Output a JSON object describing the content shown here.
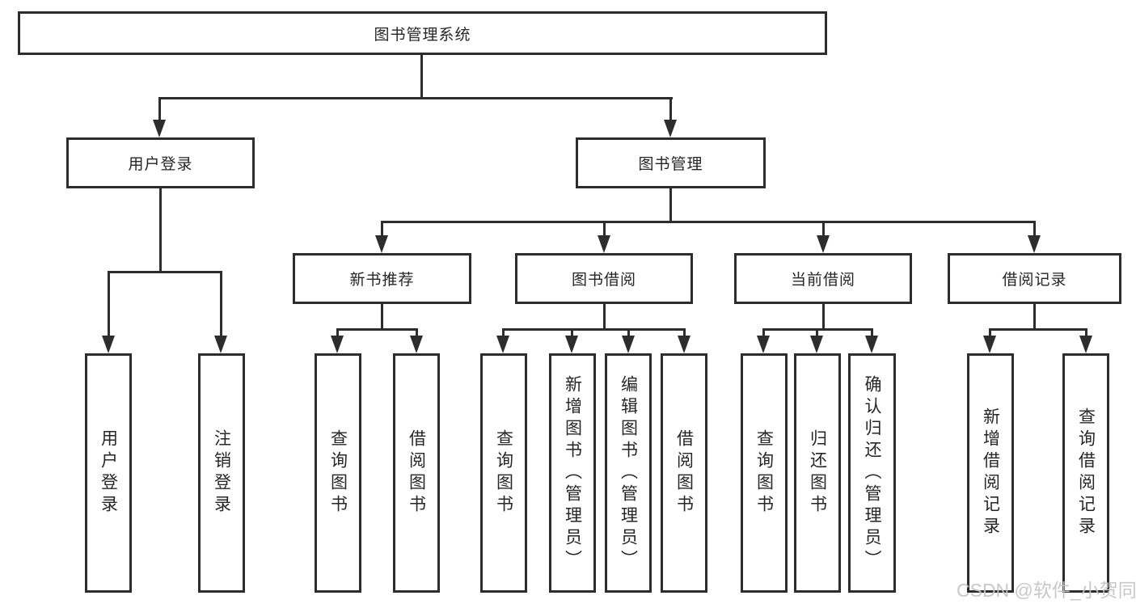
{
  "diagram": {
    "root": "图书管理系统",
    "level2": [
      "用户登录",
      "图书管理"
    ],
    "level3": [
      "新书推荐",
      "图书借阅",
      "当前借阅",
      "借阅记录"
    ],
    "leaves": {
      "user_login": [
        "用户登录",
        "注销登录"
      ],
      "new_book": [
        "查询图书",
        "借阅图书"
      ],
      "book_borrow": [
        "查询图书",
        "新增图书（管理员）",
        "编辑图书（管理员）",
        "借阅图书"
      ],
      "current_borrow": [
        "查询图书",
        "归还图书",
        "确认归还（管理员）"
      ],
      "borrow_record": [
        "新增借阅记录",
        "查询借阅记录"
      ]
    },
    "watermark": "CSDN @软件_小贺同学",
    "colors": {
      "line": "#2d2d2d",
      "text": "#262626",
      "watermark": "#c4c4c4",
      "bg": "#ffffff"
    }
  }
}
